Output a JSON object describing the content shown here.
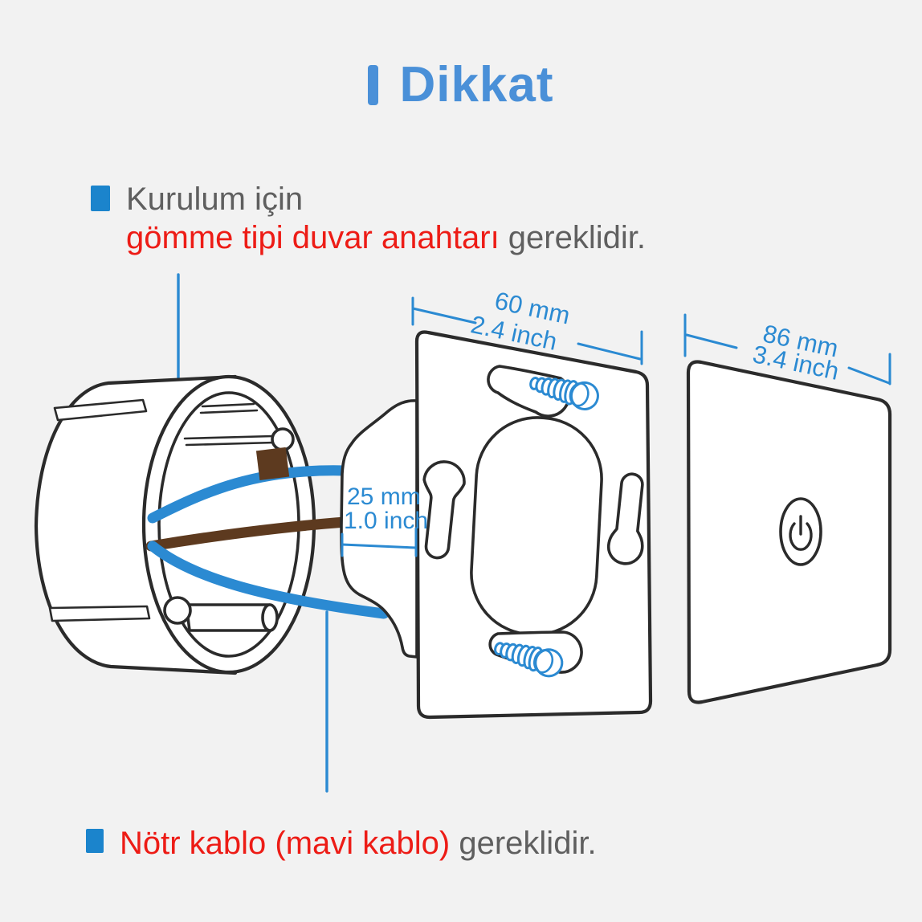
{
  "title": "Dikkat",
  "note_top": {
    "line1": "Kurulum için",
    "line2_red": "gömme tipi duvar anahtarı",
    "line2_rest": " gereklidir."
  },
  "note_bottom": {
    "red": "Nötr kablo (mavi kablo)",
    "rest": " gereklidir."
  },
  "dimensions": {
    "frame_width": {
      "mm": "60 mm",
      "inch": "2.4 inch"
    },
    "plate_width": {
      "mm": "86 mm",
      "inch": "3.4 inch"
    },
    "box_depth": {
      "mm": "25 mm",
      "inch": "1.0 inch"
    }
  },
  "diagram": {
    "parts": [
      "wall-box",
      "wires",
      "switch-module",
      "mounting-frame",
      "faceplate"
    ],
    "faceplate_button_icon": "power-icon",
    "wire_note": "mavi kablo",
    "screws": 2
  },
  "colors": {
    "background": "#f2f2f2",
    "accent_blue": "#2b8ad2",
    "title_blue": "#4a90d8",
    "bullet_blue": "#1b84cc",
    "highlight_red": "#ed1c16",
    "text_gray": "#5f5f5f",
    "outline_dark": "#2b2b2b",
    "wire_blue": "#2b8ad2",
    "wire_brown": "#5d3a1f"
  }
}
